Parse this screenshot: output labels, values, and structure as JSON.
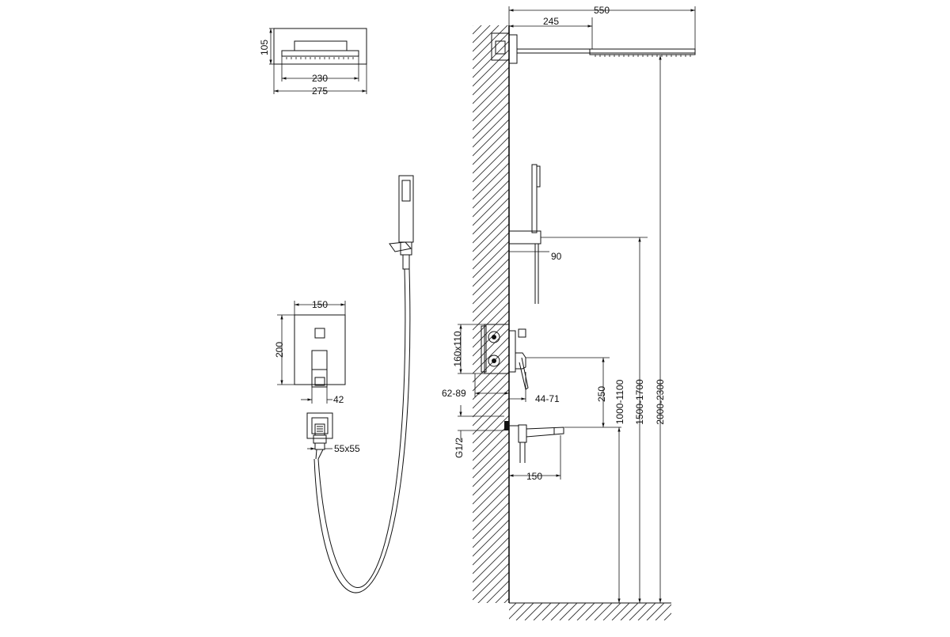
{
  "drawing": {
    "dimensions": {
      "head_height": "105",
      "head_inner_width": "230",
      "head_outer_width": "275",
      "valve_plate_width": "150",
      "valve_plate_height": "200",
      "handle_offset": "42",
      "outlet_size": "55x55",
      "arm_total": "550",
      "arm_offset": "245",
      "holder_projection": "90",
      "valve_box": "160x110",
      "valve_depth": "62-89",
      "valve_projection": "44-71",
      "spout_to_valve": "250",
      "thread": "G1/2",
      "spout_length": "150",
      "valve_height": "1000-1100",
      "holder_height": "1500-1700",
      "head_height_floor": "2000-2300"
    },
    "colors": {
      "line": "#111111",
      "background": "#ffffff"
    }
  }
}
